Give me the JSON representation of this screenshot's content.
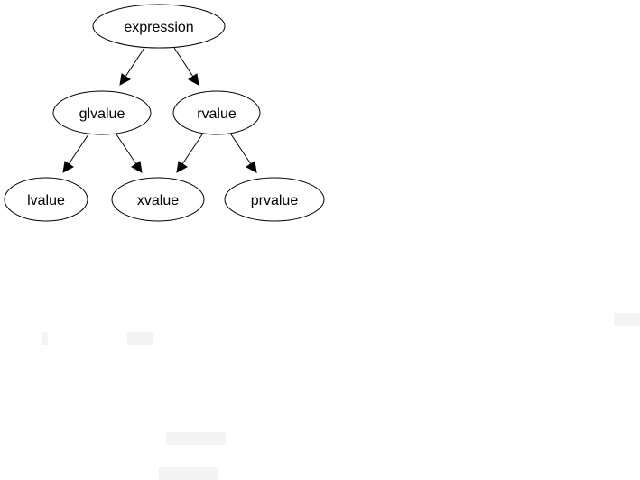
{
  "diagram": {
    "nodes": [
      {
        "id": "expression",
        "label": "expression"
      },
      {
        "id": "glvalue",
        "label": "glvalue"
      },
      {
        "id": "rvalue",
        "label": "rvalue"
      },
      {
        "id": "lvalue",
        "label": "lvalue"
      },
      {
        "id": "xvalue",
        "label": "xvalue"
      },
      {
        "id": "prvalue",
        "label": "prvalue"
      }
    ],
    "edges": [
      {
        "from": "expression",
        "to": "glvalue"
      },
      {
        "from": "expression",
        "to": "rvalue"
      },
      {
        "from": "glvalue",
        "to": "lvalue"
      },
      {
        "from": "glvalue",
        "to": "xvalue"
      },
      {
        "from": "rvalue",
        "to": "xvalue"
      },
      {
        "from": "rvalue",
        "to": "prvalue"
      }
    ],
    "colors": {
      "stroke": "#000000",
      "fill": "#ffffff",
      "text": "#000000"
    }
  }
}
